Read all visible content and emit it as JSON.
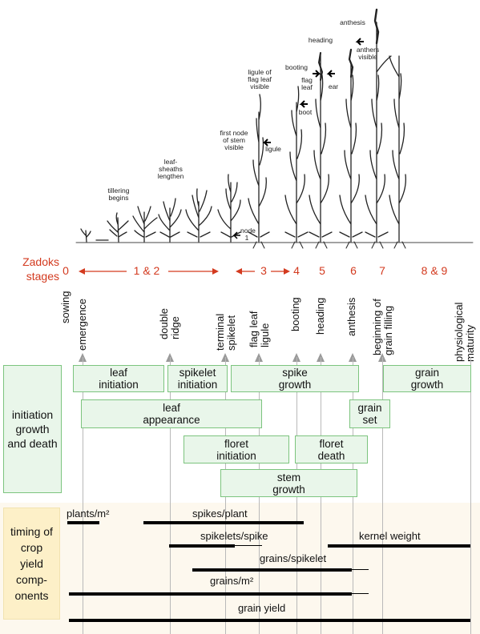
{
  "illustration": {
    "stage_labels": [
      {
        "id": "tillering",
        "text": "tillering begins"
      },
      {
        "id": "sheaths",
        "text": "leaf-sheaths lengthen"
      },
      {
        "id": "first-node",
        "text": "first node of stem visible"
      },
      {
        "id": "ligule",
        "text": "ligule of flag leaf visible"
      },
      {
        "id": "booting",
        "text": "booting"
      },
      {
        "id": "heading",
        "text": "heading"
      },
      {
        "id": "anthesis",
        "text": "anthesis"
      }
    ],
    "arrow_labels": [
      {
        "id": "ligule-arrow",
        "text": "ligule"
      },
      {
        "id": "boot-arrow",
        "text": "boot"
      },
      {
        "id": "flag-leaf-arrow",
        "text": "flag leaf"
      },
      {
        "id": "ear-arrow",
        "text": "ear"
      },
      {
        "id": "anthers-arrow",
        "text": "anthers visible"
      },
      {
        "id": "node-arrow",
        "text": "node 1"
      }
    ]
  },
  "zadoks": {
    "title": "Zadoks stages",
    "numbers": [
      "0",
      "1 & 2",
      "3",
      "4",
      "5",
      "6",
      "7",
      "8 & 9"
    ]
  },
  "events": [
    "sowing",
    "emergence",
    "double ridge",
    "terminal spikelet",
    "flag leaf ligule",
    "booting",
    "heading",
    "anthesis",
    "beginning of grain filling",
    "physiological maturity"
  ],
  "processes": {
    "title": "initiation growth and death",
    "boxes": [
      {
        "id": "leaf-initiation",
        "text": "leaf initiation"
      },
      {
        "id": "spikelet-initiation",
        "text": "spikelet initiation"
      },
      {
        "id": "spike-growth",
        "text": "spike growth"
      },
      {
        "id": "grain-growth",
        "text": "grain growth"
      },
      {
        "id": "leaf-appearance",
        "text": "leaf appearance"
      },
      {
        "id": "grain-set",
        "text": "grain set"
      },
      {
        "id": "floret-initiation",
        "text": "floret initiation"
      },
      {
        "id": "floret-death",
        "text": "floret death"
      },
      {
        "id": "stem-growth",
        "text": "stem growth"
      }
    ]
  },
  "yield": {
    "title": "timing of crop yield comp-onents",
    "components": [
      {
        "id": "plants",
        "text": "plants/m²"
      },
      {
        "id": "spikes-plant",
        "text": "spikes/plant"
      },
      {
        "id": "spikelets-spike",
        "text": "spikelets/spike"
      },
      {
        "id": "kernel-weight",
        "text": "kernel weight"
      },
      {
        "id": "grains-spikelet",
        "text": "grains/spikelet"
      },
      {
        "id": "grains-m2",
        "text": "grains/m²"
      },
      {
        "id": "grain-yield",
        "text": "grain yield"
      }
    ]
  },
  "colors": {
    "stage_red": "#d33a1f",
    "box_fill": "#e9f6ea",
    "box_border": "#7cc47e",
    "yield_panel": "#fdf8ee",
    "yield_title_box": "#fdf0c8",
    "guide_line": "#b9b9b9"
  }
}
